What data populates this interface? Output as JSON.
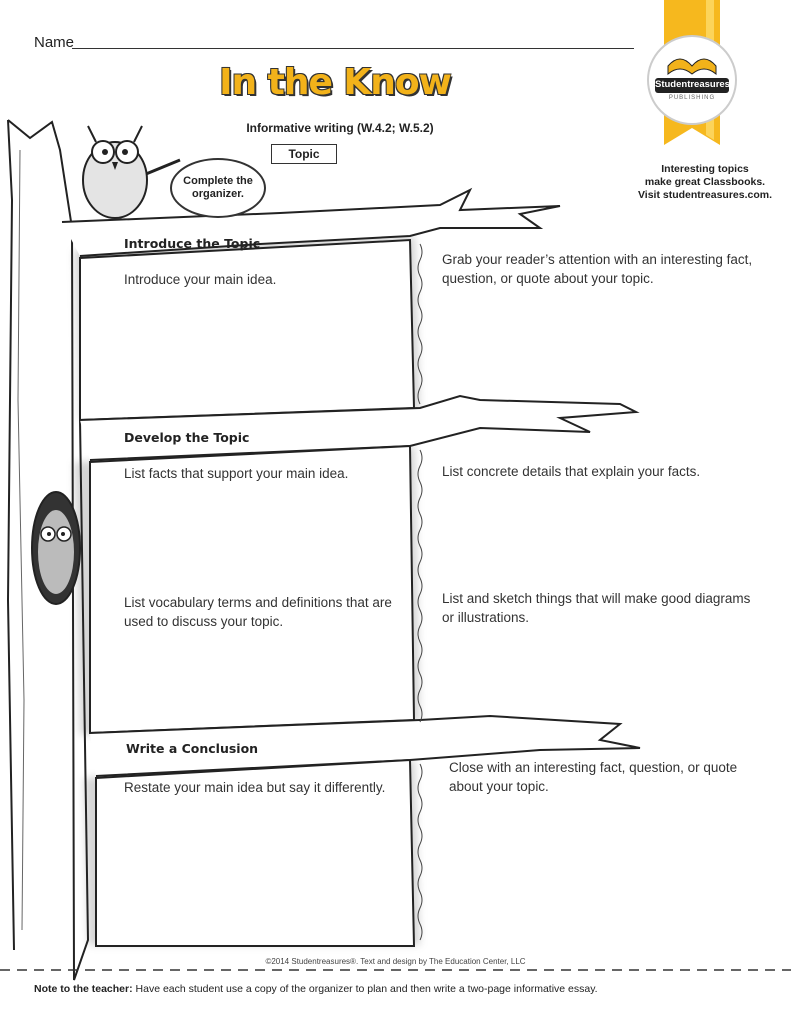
{
  "header": {
    "name_label": "Name",
    "title": "In the Know",
    "subtitle": "Informative writing (W.4.2; W.5.2)",
    "topic_label": "Topic"
  },
  "owl_bubble": "Complete the organizer.",
  "promo": {
    "logo_text": "Studentreasures",
    "logo_subtext": "PUBLISHING",
    "lines": [
      "Interesting topics",
      "make great Classbooks.",
      "Visit studentreasures.com."
    ]
  },
  "sections": [
    {
      "heading": "Introduce the Topic",
      "prompts": [
        "Introduce your main idea.",
        "Grab your reader’s attention with an interesting fact, question, or quote about your topic."
      ]
    },
    {
      "heading": "Develop the Topic",
      "prompts": [
        "List facts that support your main idea.",
        "List concrete details that explain your facts.",
        "List vocabulary terms and definitions that are used to discuss your topic.",
        "List and sketch things that will make good diagrams or illustrations."
      ]
    },
    {
      "heading": "Write a Conclusion",
      "prompts": [
        "Restate your main idea but say it differently.",
        "Close with an interesting fact, question, or quote about your topic."
      ]
    }
  ],
  "footer": {
    "copyright": "©2014 Studentreasures®. Text and design by The Education Center, LLC",
    "note_label": "Note to the teacher:",
    "note_text": " Have each student use a copy of the organizer to plan and then write a two-page informative essay."
  }
}
